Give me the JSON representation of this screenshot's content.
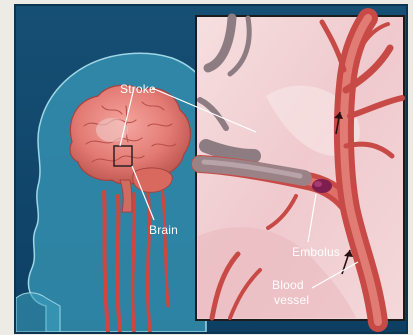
{
  "labels": {
    "stroke": "Stroke",
    "brain": "Brain",
    "embolus": "Embolus",
    "blood_line1": "Blood",
    "blood_line2": "vessel"
  },
  "colors": {
    "background": "#0f4a6f",
    "head_silhouette": "#3a9dbb",
    "brain": "#e27a73",
    "vessel": "#d1453e",
    "embolus": "#7e1d4f",
    "inset_tissue": "#f3d4d6",
    "label_text": "#ffffff"
  },
  "icons": [
    "arrow-icon",
    "arrow-icon"
  ]
}
